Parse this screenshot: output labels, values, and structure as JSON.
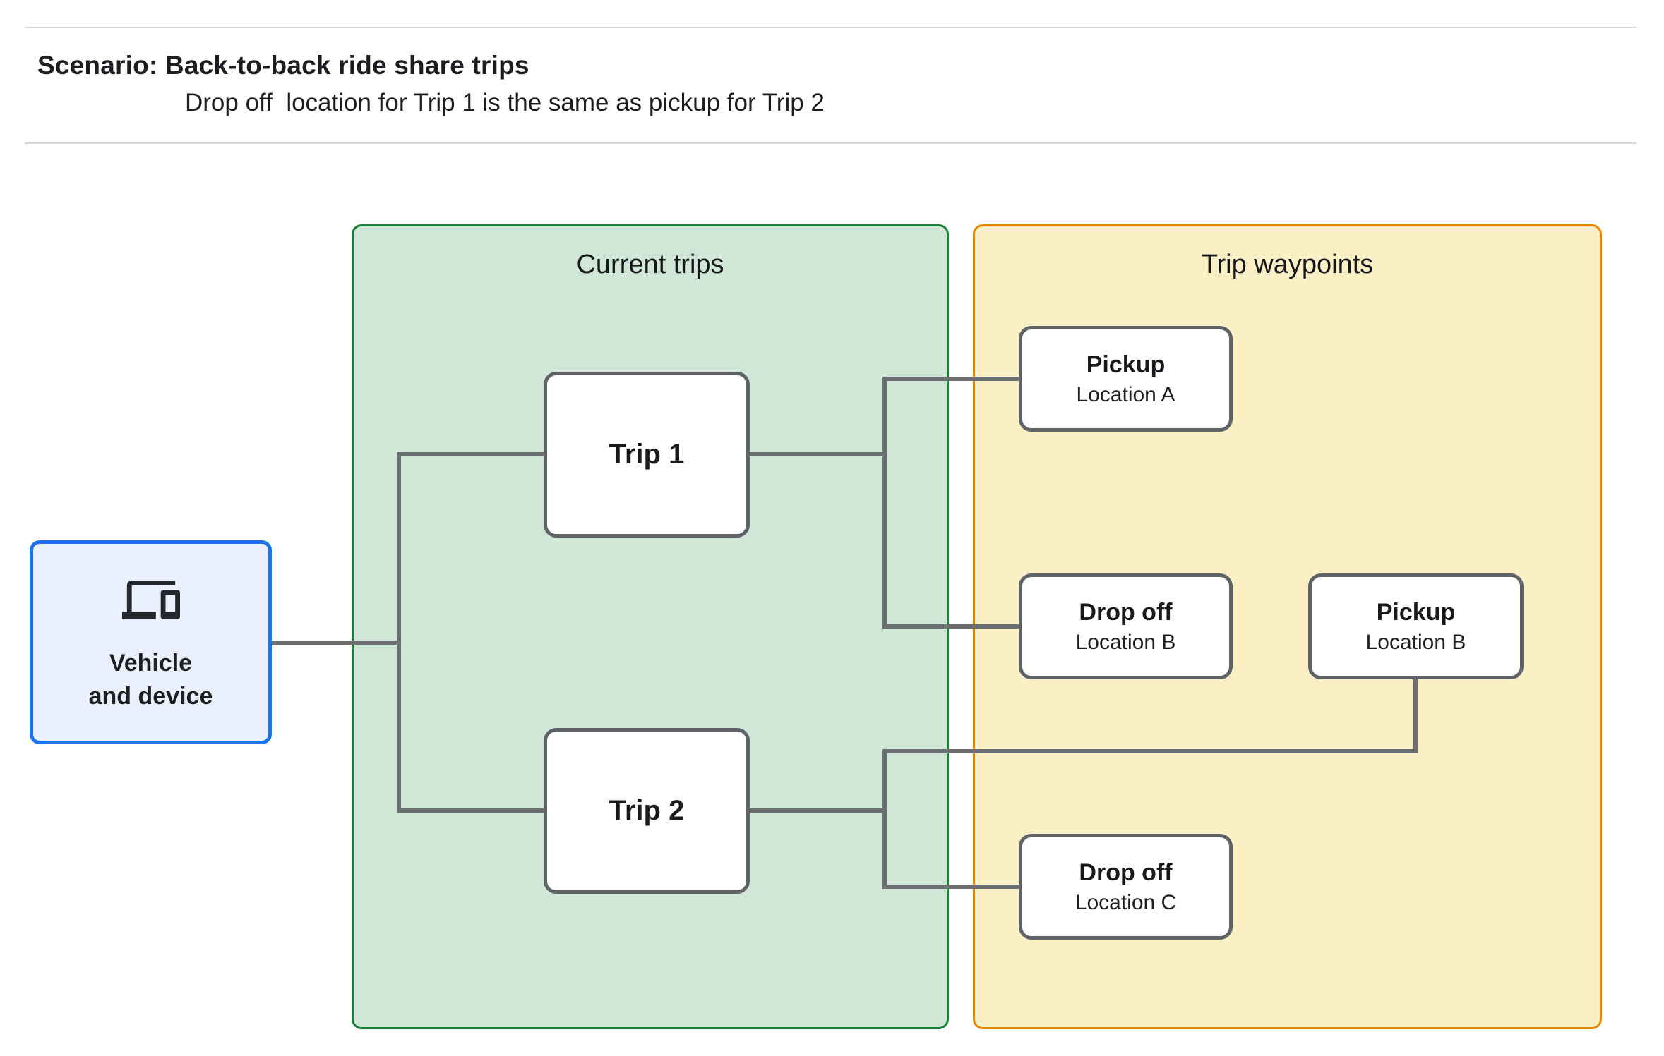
{
  "header": {
    "title": "Scenario: Back-to-back ride share trips",
    "subtitle": "Drop off  location for Trip 1 is the same as pickup for Trip 2"
  },
  "vehicle": {
    "icon": "devices-icon",
    "label_line1": "Vehicle",
    "label_line2": "and device"
  },
  "panels": {
    "current_trips": {
      "title": "Current trips"
    },
    "trip_waypoints": {
      "title": "Trip waypoints"
    }
  },
  "trips": {
    "trip1": {
      "label": "Trip 1"
    },
    "trip2": {
      "label": "Trip 2"
    }
  },
  "waypoints": {
    "pickup_a": {
      "title": "Pickup",
      "subtitle": "Location A"
    },
    "dropoff_b": {
      "title": "Drop off",
      "subtitle": "Location B"
    },
    "pickup_b": {
      "title": "Pickup",
      "subtitle": "Location B"
    },
    "dropoff_c": {
      "title": "Drop off",
      "subtitle": "Location C"
    }
  },
  "colors": {
    "accent_blue": "#1a73e8",
    "blue_fill": "#e9effc",
    "green_border": "#188038",
    "green_fill": "#d0e7d8",
    "orange_border": "#ea8600",
    "yellow_fill": "#fbefc5",
    "box_border_gray": "#5f6368",
    "connector_gray": "#6b6e70",
    "divider_gray": "#d8d8d8",
    "text_dark": "#202124"
  }
}
